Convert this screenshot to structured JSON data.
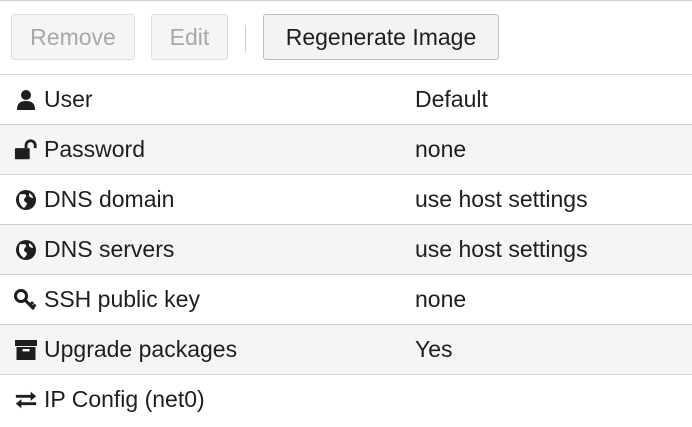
{
  "toolbar": {
    "remove_label": "Remove",
    "edit_label": "Edit",
    "regenerate_label": "Regenerate Image"
  },
  "rows": [
    {
      "key": "User",
      "value": "Default",
      "icon": "user-icon"
    },
    {
      "key": "Password",
      "value": "none",
      "icon": "unlock-icon"
    },
    {
      "key": "DNS domain",
      "value": "use host settings",
      "icon": "globe-icon"
    },
    {
      "key": "DNS servers",
      "value": "use host settings",
      "icon": "globe-icon"
    },
    {
      "key": "SSH public key",
      "value": "none",
      "icon": "key-icon"
    },
    {
      "key": "Upgrade packages",
      "value": "Yes",
      "icon": "archive-icon"
    },
    {
      "key": "IP Config (net0)",
      "value": "",
      "icon": "exchange-icon"
    }
  ],
  "colors": {
    "border": "#cfcfcf",
    "alt_row": "#f5f5f5",
    "disabled_text": "#a8a8a8",
    "text": "#1e1e1e"
  }
}
